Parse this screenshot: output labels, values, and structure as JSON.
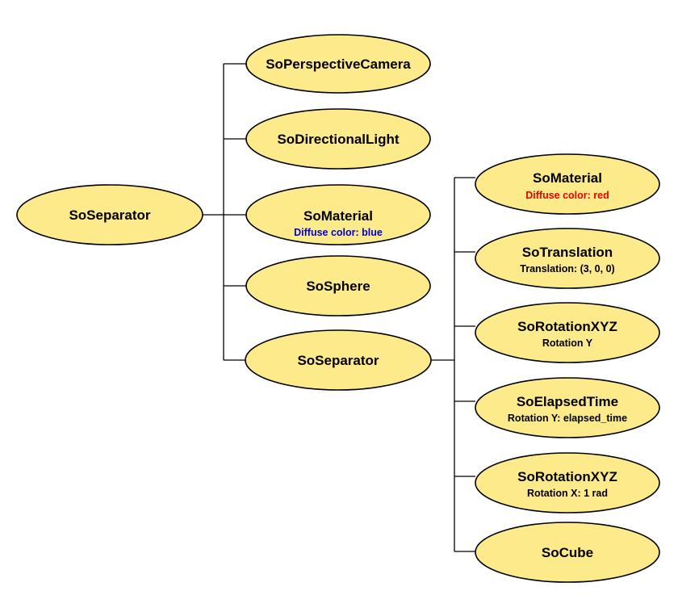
{
  "diagram": {
    "nodes": {
      "root": {
        "label": "SoSeparator"
      },
      "camera": {
        "label": "SoPerspectiveCamera"
      },
      "light": {
        "label": "SoDirectionalLight"
      },
      "material_blue": {
        "label": "SoMaterial",
        "detail": "Diffuse color: blue",
        "detail_color": "#0000cc"
      },
      "sphere": {
        "label": "SoSphere"
      },
      "separator_child": {
        "label": "SoSeparator"
      },
      "material_red": {
        "label": "SoMaterial",
        "detail": "Diffuse color: red",
        "detail_color": "#ee0000"
      },
      "translation": {
        "label": "SoTranslation",
        "detail": "Translation: (3, 0, 0)",
        "detail_color": "#000000"
      },
      "rotation_y": {
        "label": "SoRotationXYZ",
        "detail": "Rotation Y",
        "detail_color": "#000000"
      },
      "elapsed_time": {
        "label": "SoElapsedTime",
        "detail": "Rotation Y: elapsed_time",
        "detail_color": "#000000"
      },
      "rotation_x": {
        "label": "SoRotationXYZ",
        "detail": "Rotation X: 1 rad",
        "detail_color": "#000000"
      },
      "cube": {
        "label": "SoCube"
      }
    },
    "edges": [
      [
        "root",
        "camera"
      ],
      [
        "root",
        "light"
      ],
      [
        "root",
        "material_blue"
      ],
      [
        "root",
        "sphere"
      ],
      [
        "root",
        "separator_child"
      ],
      [
        "separator_child",
        "material_red"
      ],
      [
        "separator_child",
        "translation"
      ],
      [
        "separator_child",
        "rotation_y"
      ],
      [
        "separator_child",
        "elapsed_time"
      ],
      [
        "separator_child",
        "rotation_x"
      ],
      [
        "separator_child",
        "cube"
      ]
    ],
    "colors": {
      "node_fill": "#fcea8b",
      "node_stroke": "#000000",
      "line": "#000000"
    }
  }
}
